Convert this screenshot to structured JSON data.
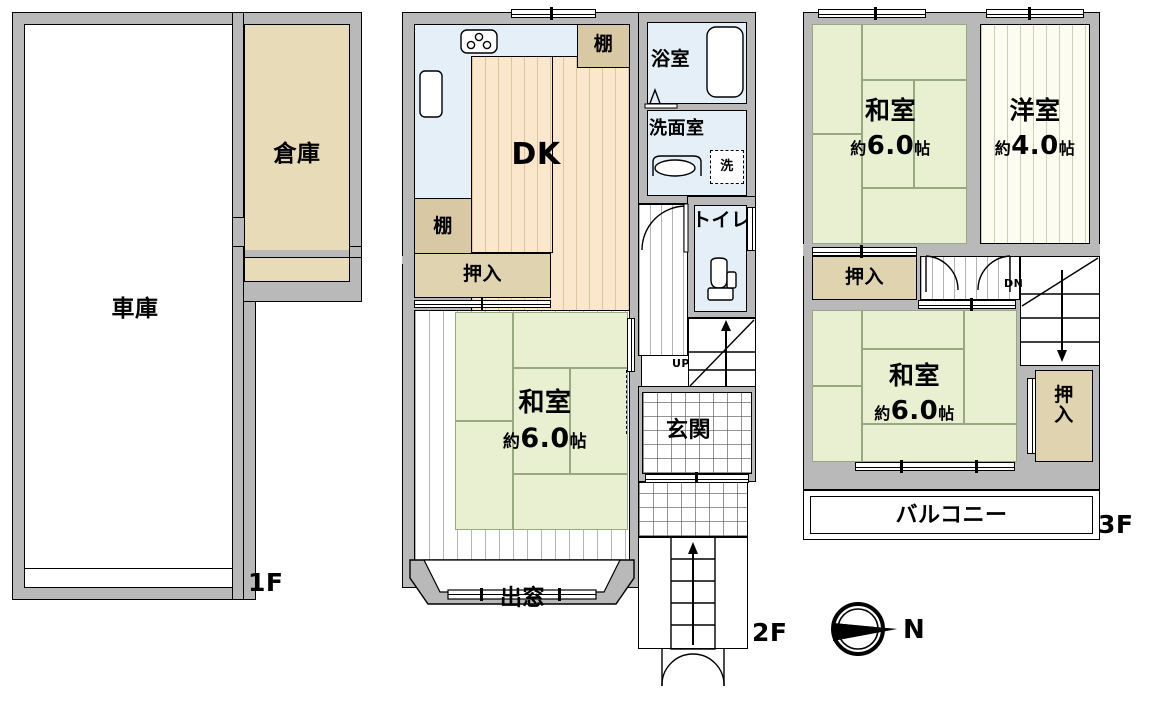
{
  "plan": {
    "title": "Three-floor residence floor plan",
    "compass": {
      "label": "N",
      "name": "north-arrow"
    }
  },
  "floor1": {
    "badge": "1F",
    "rooms": [
      {
        "name": "garage",
        "label": "車庫"
      },
      {
        "name": "storage",
        "label": "倉庫"
      }
    ]
  },
  "floor2": {
    "badge": "2F",
    "rooms": [
      {
        "name": "dining-kitchen",
        "label": "DK"
      },
      {
        "name": "shelf-top",
        "label": "棚"
      },
      {
        "name": "shelf-left",
        "label": "棚"
      },
      {
        "name": "closet-oshiire",
        "label": "押入"
      },
      {
        "name": "japanese-room",
        "label": "和室",
        "area": "約6.0帖"
      },
      {
        "name": "bathroom",
        "label": "浴室"
      },
      {
        "name": "washroom",
        "label": "洗面室"
      },
      {
        "name": "washer-space",
        "label": "洗"
      },
      {
        "name": "toilet",
        "label": "トイレ"
      },
      {
        "name": "entrance",
        "label": "玄関"
      },
      {
        "name": "bay-window",
        "label": "出窓"
      }
    ],
    "stair_label": "UP"
  },
  "floor3": {
    "badge": "3F",
    "rooms": [
      {
        "name": "japanese-room-upper",
        "label": "和室",
        "area": "約6.0帖"
      },
      {
        "name": "western-room",
        "label": "洋室",
        "area": "約4.0帖"
      },
      {
        "name": "closet-oshiire-upper",
        "label": "押入"
      },
      {
        "name": "japanese-room-lower",
        "label": "和室",
        "area": "約6.0帖"
      },
      {
        "name": "closet-oshiire-side",
        "label": "押入"
      },
      {
        "name": "balcony",
        "label": "バルコニー"
      }
    ],
    "stair_label": "DN"
  },
  "colors": {
    "wall": "#b9b9b9",
    "tatami": "#e9f0d2",
    "closet": "#dfd3b0",
    "storage": "#e8dcb8",
    "wet": "#e4eff8",
    "dk_floor": "#fbe7cb",
    "outline": "#000000"
  }
}
